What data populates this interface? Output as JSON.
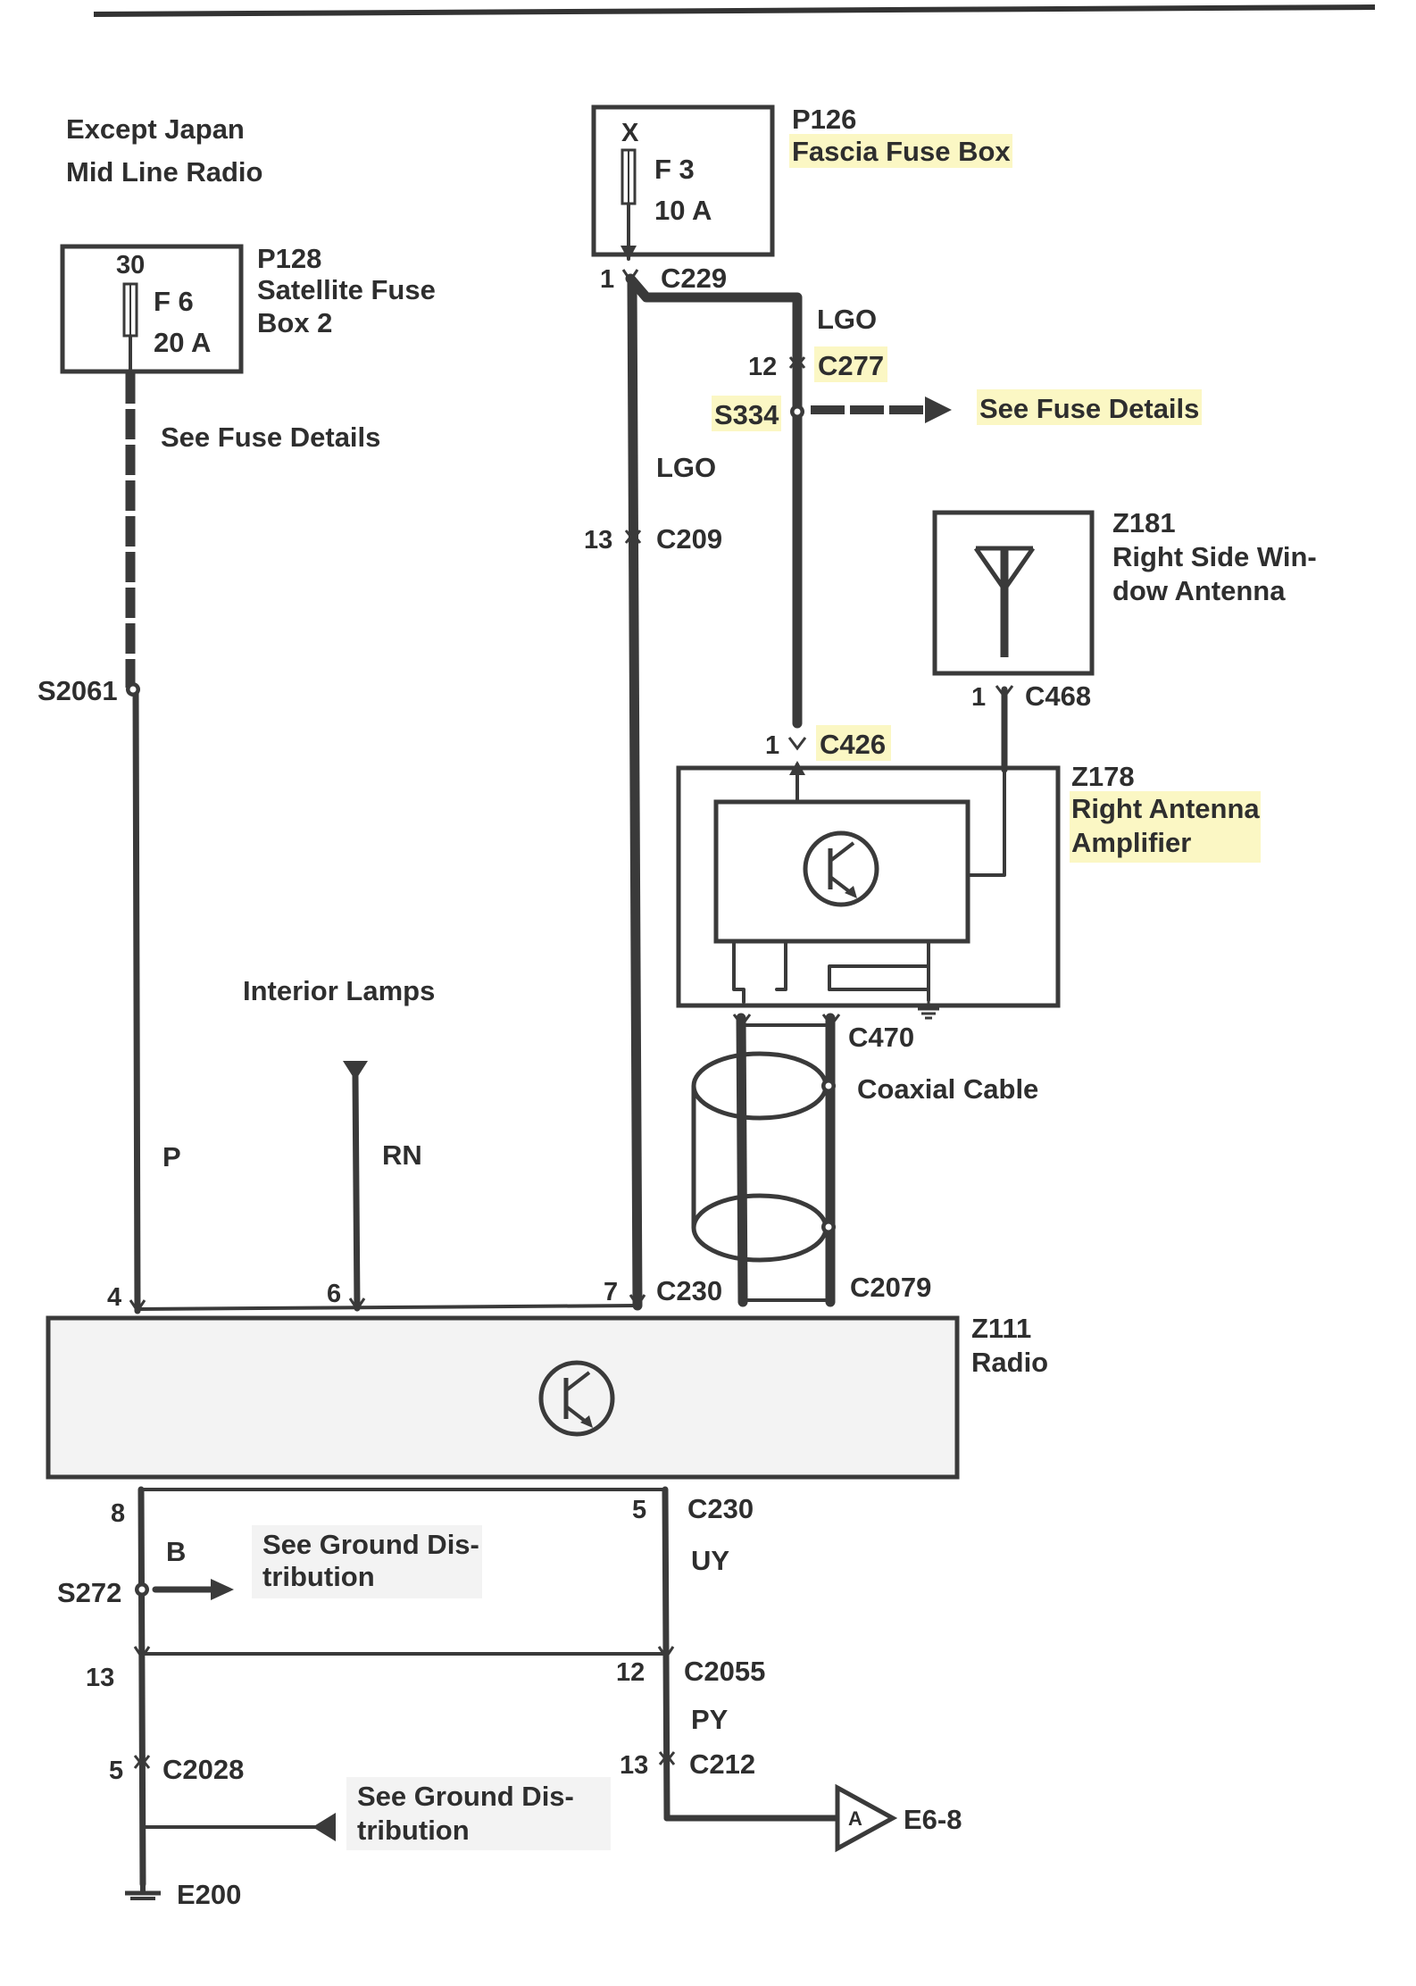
{
  "header": {
    "line1": "Except Japan",
    "line2": "Mid Line Radio"
  },
  "p126": {
    "id": "P126",
    "name": "Fascia Fuse Box",
    "pin": "X",
    "fuse": "F 3",
    "rating": "10 A"
  },
  "p128": {
    "id": "P128",
    "name_line1": "Satellite Fuse",
    "name_line2": "Box 2",
    "pin": "30",
    "fuse": "F 6",
    "rating": "20 A"
  },
  "z181": {
    "id": "Z181",
    "name_line1": "Right Side Win-",
    "name_line2": "dow Antenna"
  },
  "z178": {
    "id": "Z178",
    "name_line1": "Right Antenna",
    "name_line2": "Amplifier"
  },
  "z111": {
    "id": "Z111",
    "name": "Radio"
  },
  "connectors": {
    "c229": "C229",
    "c229_pin": "1",
    "c277": "C277",
    "c277_pin": "12",
    "s334": "S334",
    "c209": "C209",
    "c209_pin": "13",
    "c468": "C468",
    "c468_pin": "1",
    "c426": "C426",
    "c426_pin": "1",
    "c470": "C470",
    "c230_top": "C230",
    "c230_top_pin": "7",
    "c2079": "C2079",
    "s2061": "S2061",
    "radio_pin4": "4",
    "radio_pin6": "6",
    "radio_pin8": "8",
    "c230_bottom": "C230",
    "c230_bottom_pin": "5",
    "s272": "S272",
    "pin13_left": "13",
    "c2055": "C2055",
    "c2055_pin": "12",
    "c2028": "C2028",
    "c2028_pin": "5",
    "c212": "C212",
    "c212_pin": "13",
    "e200": "E200",
    "e68": "E6-8",
    "e68_flag": "A"
  },
  "wires": {
    "lgo_top": "LGO",
    "lgo_mid": "LGO",
    "p": "P",
    "rn": "RN",
    "b": "B",
    "uy": "UY",
    "py": "PY"
  },
  "labels": {
    "see_fuse_left": "See Fuse Details",
    "see_fuse_right": "See Fuse Details",
    "interior_lamps": "Interior Lamps",
    "coaxial": "Coaxial Cable",
    "ground1_line1": "See Ground Dis-",
    "ground1_line2": "tribution",
    "ground2_line1": "See Ground Dis-",
    "ground2_line2": "tribution"
  }
}
